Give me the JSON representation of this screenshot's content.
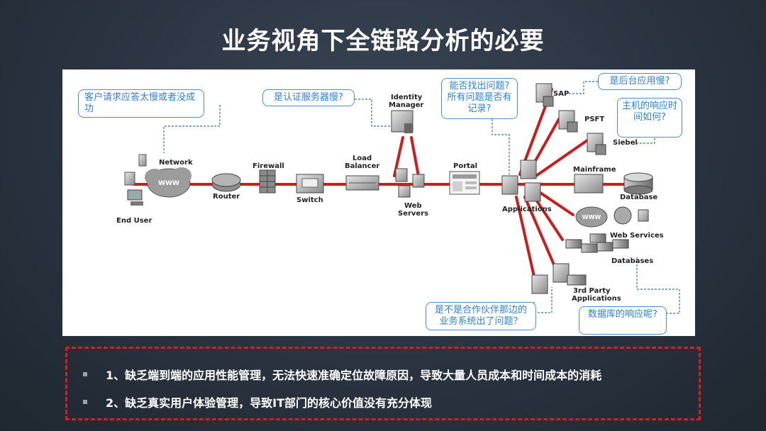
{
  "title": "业务视角下全链路分析的必要",
  "diagram": {
    "callouts": {
      "slow_response": "客户请求应答太慢或者没成功",
      "auth_slow": "是认证服务器慢?",
      "find_issue": "能否找出问题?所有问题是否有记录?",
      "backend_slow": "是后台应用慢?",
      "host_response": "主机的响应时间如何?",
      "partner_issue": "是不是合作伙伴那边的业务系统出了问题？",
      "db_response": "数据库的响应呢?"
    },
    "nodes": {
      "end_user": "End User",
      "network": "Network",
      "www": "WWW",
      "router": "Router",
      "firewall": "Firewall",
      "switch": "Switch",
      "load_balancer_1": "Load",
      "load_balancer_2": "Balancer",
      "identity_manager_1": "Identity",
      "identity_manager_2": "Manager",
      "web_servers_1": "Web",
      "web_servers_2": "Servers",
      "portal": "Portal",
      "applications": "Applications",
      "sap": "SAP",
      "psft": "PSFT",
      "siebel": "Siebel",
      "mainframe": "Mainframe",
      "database": "Database",
      "web_services": "Web Services",
      "databases": "Databases",
      "third_party_1": "3rd Party",
      "third_party_2": "Applications"
    }
  },
  "bullets": [
    "1、缺乏端到端的应用性能管理，无法快速准确定位故障原因，导致大量人员成本和时间成本的消耗",
    "2、缺乏真实用户体验管理，导致IT部门的核心价值没有充分体现"
  ]
}
